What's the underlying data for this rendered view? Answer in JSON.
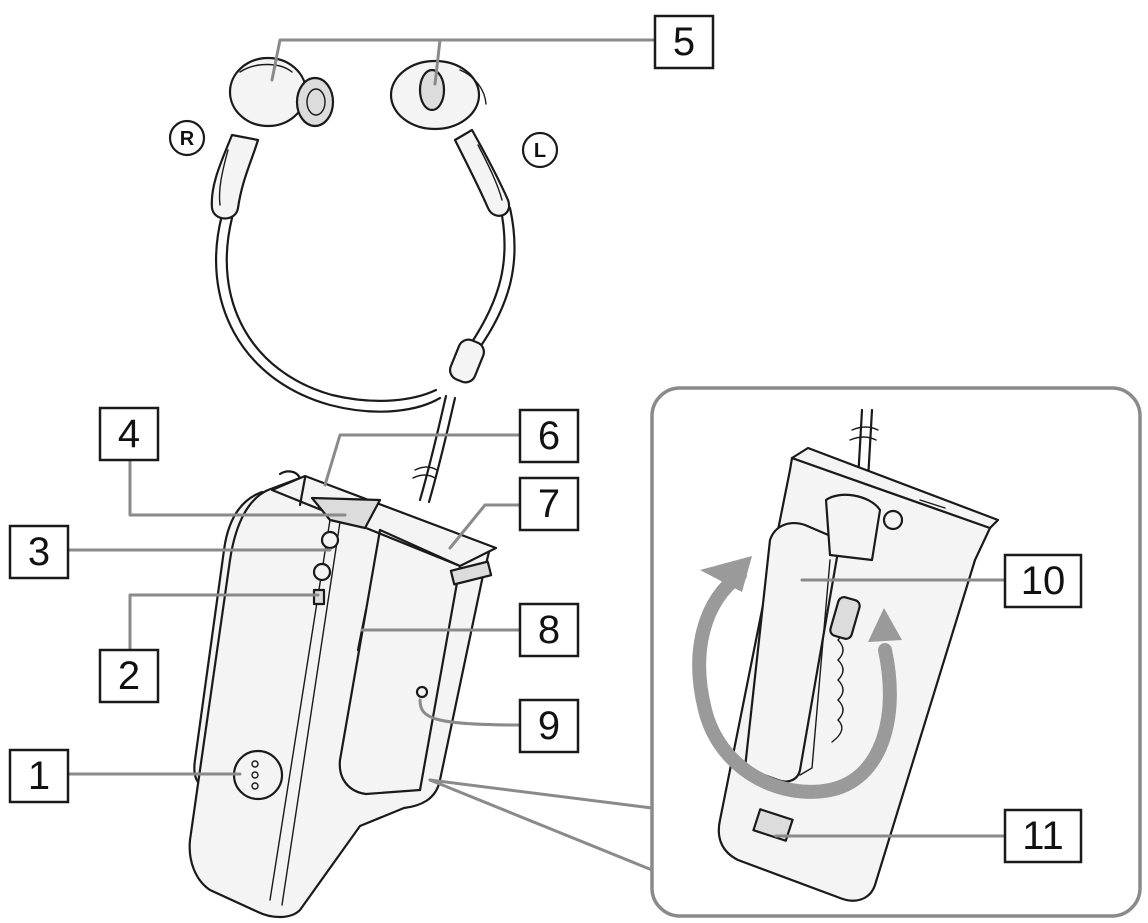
{
  "callouts": [
    {
      "id": "1",
      "label": "1"
    },
    {
      "id": "2",
      "label": "2"
    },
    {
      "id": "3",
      "label": "3"
    },
    {
      "id": "4",
      "label": "4"
    },
    {
      "id": "5",
      "label": "5"
    },
    {
      "id": "6",
      "label": "6"
    },
    {
      "id": "7",
      "label": "7"
    },
    {
      "id": "8",
      "label": "8"
    },
    {
      "id": "9",
      "label": "9"
    },
    {
      "id": "10",
      "label": "10"
    },
    {
      "id": "11",
      "label": "11"
    }
  ],
  "side_marks": {
    "right": "R",
    "left": "L"
  },
  "colors": {
    "ink": "#1a1a1a",
    "leader": "#8a8a8a",
    "arrow": "#9a9a9a"
  }
}
